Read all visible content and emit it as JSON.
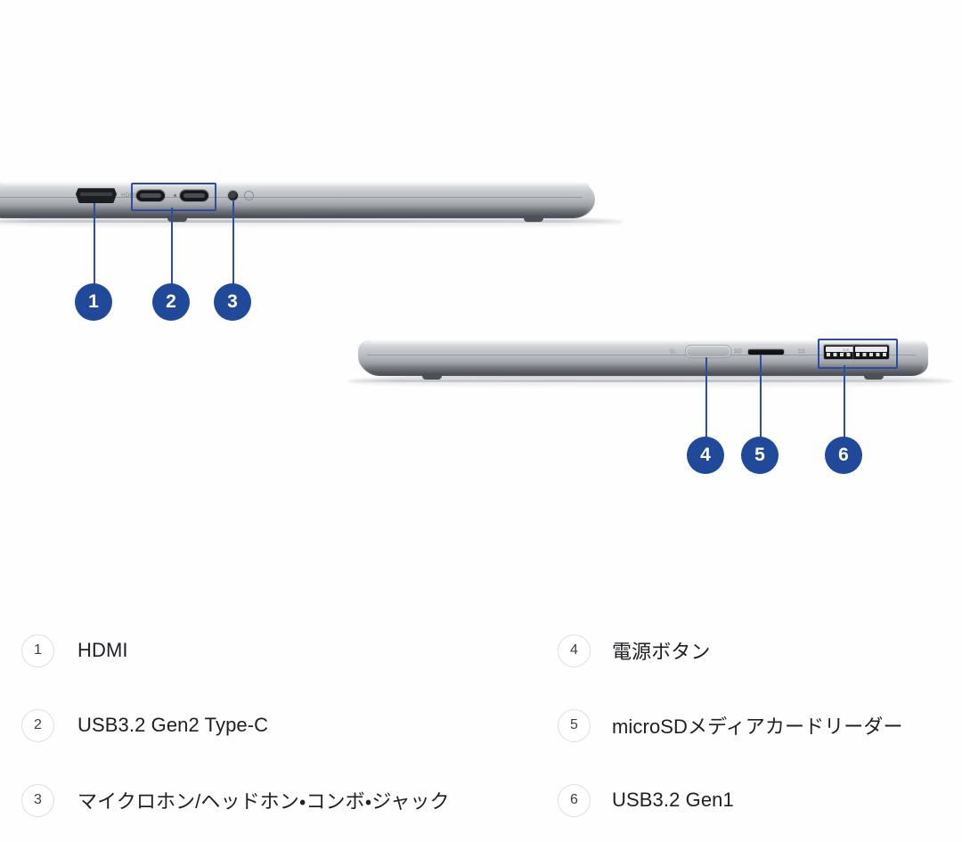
{
  "page": {
    "kind": "product-port-diagram",
    "background_color": "#fefefe",
    "accent_color": "#21499a",
    "highlight_box_color": "#2b4f9e",
    "legend_text_color": "#202124",
    "legend_circle_border_color": "#dddfe1"
  },
  "diagram": {
    "devices": [
      {
        "name": "laptop-left-side-profile",
        "ports": [
          {
            "id": "hdmi",
            "icon": "hdmi-port",
            "silkscreen": "HDMI"
          },
          {
            "id": "usbc-1",
            "icon": "usb-c-port",
            "silkscreen": ""
          },
          {
            "id": "usbc-2",
            "icon": "usb-c-port",
            "silkscreen": ""
          },
          {
            "id": "headphone-jack",
            "icon": "headphone-jack",
            "silkscreen": ""
          }
        ]
      },
      {
        "name": "laptop-right-side-profile",
        "ports": [
          {
            "id": "power-button",
            "icon": "power-button",
            "silkscreen": ""
          },
          {
            "id": "microsd-slot",
            "icon": "microsd-slot",
            "silkscreen": ""
          },
          {
            "id": "usba-1",
            "icon": "usb-a-port",
            "silkscreen": "SS"
          },
          {
            "id": "usba-2",
            "icon": "usb-a-port",
            "silkscreen": "SS"
          }
        ]
      }
    ],
    "callouts": [
      {
        "number": "1",
        "target": "hdmi"
      },
      {
        "number": "2",
        "target": "usbc-pair"
      },
      {
        "number": "3",
        "target": "headphone-jack"
      },
      {
        "number": "4",
        "target": "power-button"
      },
      {
        "number": "5",
        "target": "microsd-slot"
      },
      {
        "number": "6",
        "target": "usba-pair"
      }
    ]
  },
  "legend": {
    "left": [
      {
        "number": "1",
        "label": "HDMI"
      },
      {
        "number": "2",
        "label": "USB3.2 Gen2 Type-C"
      },
      {
        "number": "3",
        "label": "マイクロホン/ヘッドホン・コンボ・ジャック"
      }
    ],
    "right": [
      {
        "number": "4",
        "label": "電源ボタン"
      },
      {
        "number": "5",
        "label": "microSDメディアカードリーダー"
      },
      {
        "number": "6",
        "label": "USB3.2 Gen1"
      }
    ]
  }
}
